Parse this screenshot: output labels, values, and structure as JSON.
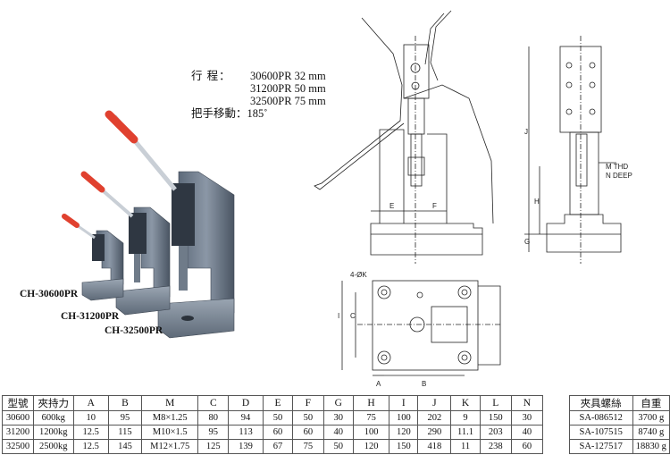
{
  "specs": {
    "stroke_label": "行 程：",
    "strokes": [
      "30600PR 32 mm",
      "31200PR 50 mm",
      "32500PR 75 mm"
    ],
    "handle_label": "把手移動：",
    "handle_value": "185˚"
  },
  "models": [
    "CH-30600PR",
    "CH-31200PR",
    "CH-32500PR"
  ],
  "dimension_labels": {
    "E": "E",
    "F": "F",
    "J": "J",
    "H": "H",
    "G": "G",
    "thread": "M THD",
    "deep": "N DEEP",
    "hole": "4-ØK",
    "I": "I",
    "C": "C",
    "A": "A",
    "B": "B"
  },
  "table": {
    "headers": [
      "型號",
      "夾持力",
      "A",
      "B",
      "M",
      "C",
      "D",
      "E",
      "F",
      "G",
      "H",
      "I",
      "J",
      "K",
      "L",
      "N",
      "夾具螺絲",
      "自重"
    ],
    "rows": [
      [
        "30600",
        "600kg",
        "10",
        "95",
        "M8×1.25",
        "80",
        "94",
        "50",
        "50",
        "30",
        "75",
        "100",
        "202",
        "9",
        "150",
        "30",
        "SA-086512",
        "3700 g"
      ],
      [
        "31200",
        "1200kg",
        "12.5",
        "115",
        "M10×1.5",
        "95",
        "113",
        "60",
        "60",
        "40",
        "100",
        "120",
        "290",
        "11.1",
        "203",
        "40",
        "SA-107515",
        "8740 g"
      ],
      [
        "32500",
        "2500kg",
        "12.5",
        "145",
        "M12×1.75",
        "125",
        "139",
        "67",
        "75",
        "50",
        "120",
        "150",
        "418",
        "11",
        "238",
        "60",
        "SA-127517",
        "18830 g"
      ]
    ]
  }
}
